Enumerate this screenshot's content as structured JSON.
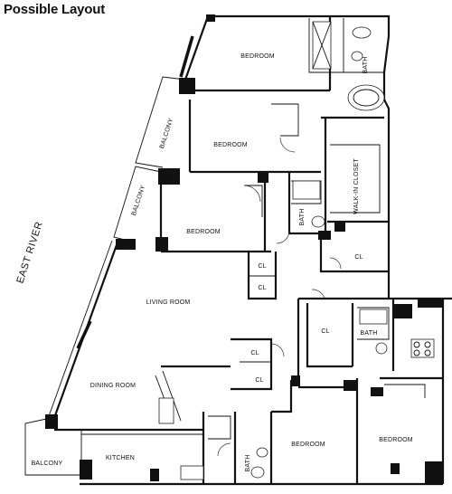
{
  "header": {
    "title": "Possible Layout"
  },
  "river": {
    "label": "EAST RIVER"
  },
  "rooms": {
    "bedroom_top": "BEDROOM",
    "bath_top": "BATH",
    "bedroom_middle": "BEDROOM",
    "balcony_upper": "BALCONY",
    "walk_in_closet": "WALK-IN CLOSET",
    "balcony_middle": "BALCONY",
    "bedroom_third": "BEDROOM",
    "bath_middle": "BATH",
    "closet_right": "CL",
    "closet_a": "CL",
    "closet_b": "CL",
    "living_room": "LIVING ROOM",
    "closet_lower_left": "CL",
    "bath_lower_right": "BATH",
    "closet_c": "CL",
    "closet_d": "CL",
    "dining_room": "DINING ROOM",
    "balcony_lower": "BALCONY",
    "kitchen": "KITCHEN",
    "bath_bottom": "BATH",
    "bedroom_bottom_left": "BEDROOM",
    "bedroom_bottom_right": "BEDROOM"
  }
}
